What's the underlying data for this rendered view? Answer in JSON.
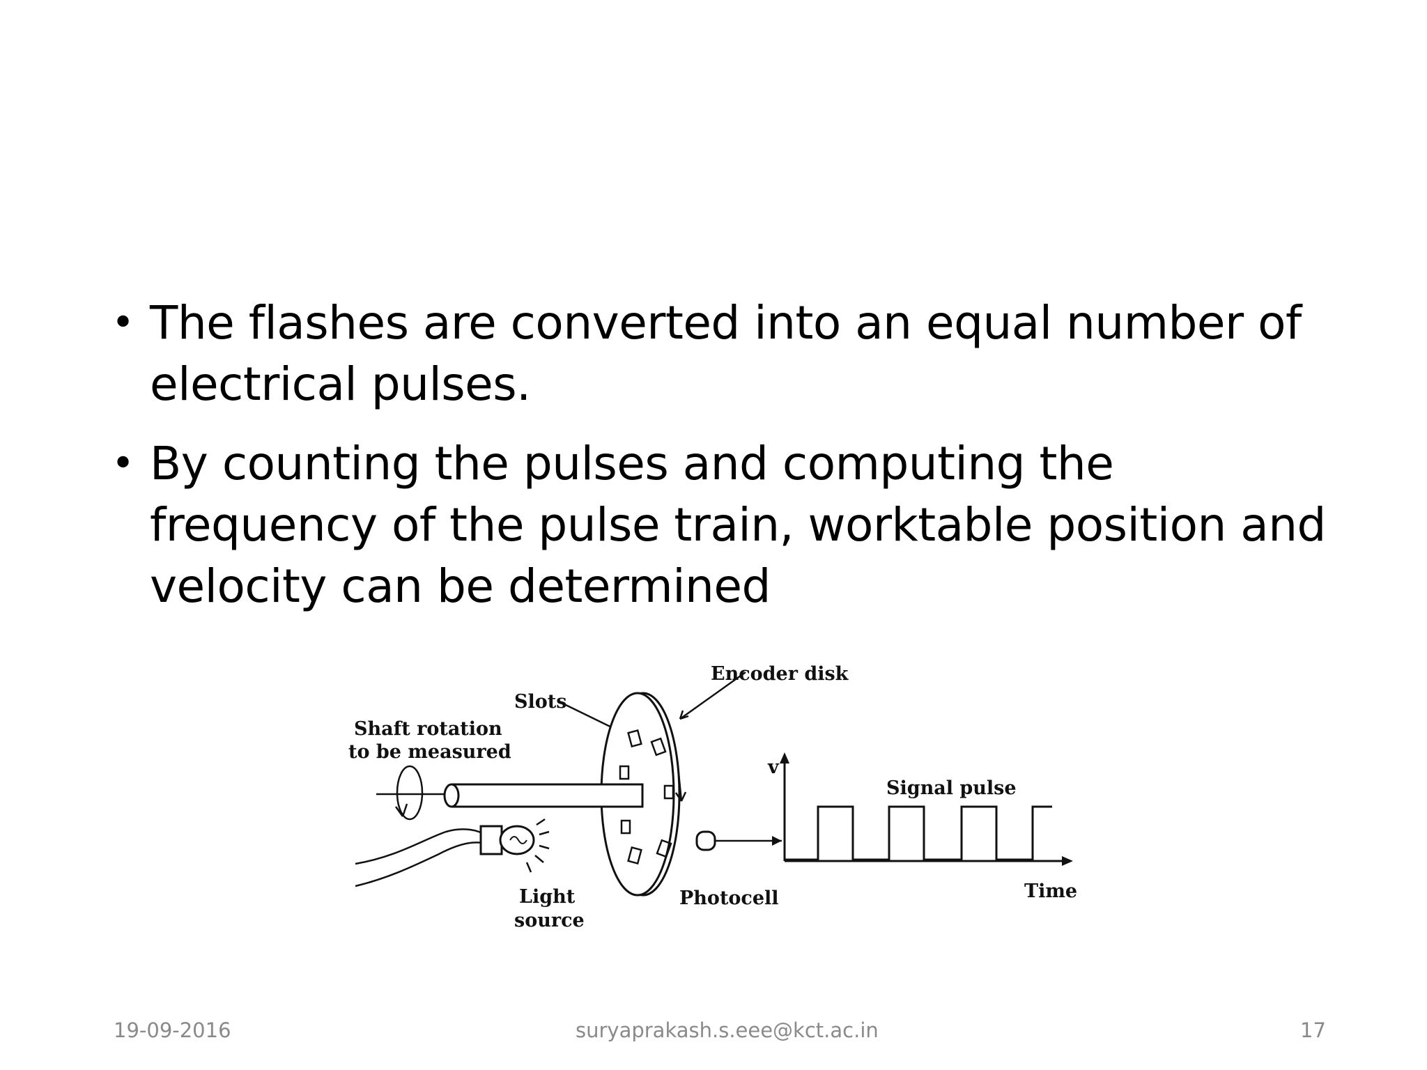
{
  "bullets": [
    "The flashes are converted into an equal number of electrical pulses.",
    "By counting the pulses and computing the frequency of the pulse train, worktable position and velocity can be determined"
  ],
  "diagram": {
    "label_encoder_disk": "Encoder disk",
    "label_slots": "Slots",
    "label_shaft_line1": "Shaft rotation",
    "label_shaft_line2": "to be measured",
    "label_v": "v",
    "label_signal_pulse": "Signal pulse",
    "label_light_line1": "Light",
    "label_light_line2": "source",
    "label_photocell": "Photocell",
    "label_time": "Time"
  },
  "footer": {
    "date": "19-09-2016",
    "email": "suryaprakash.s.eee@kct.ac.in",
    "page": "17"
  }
}
